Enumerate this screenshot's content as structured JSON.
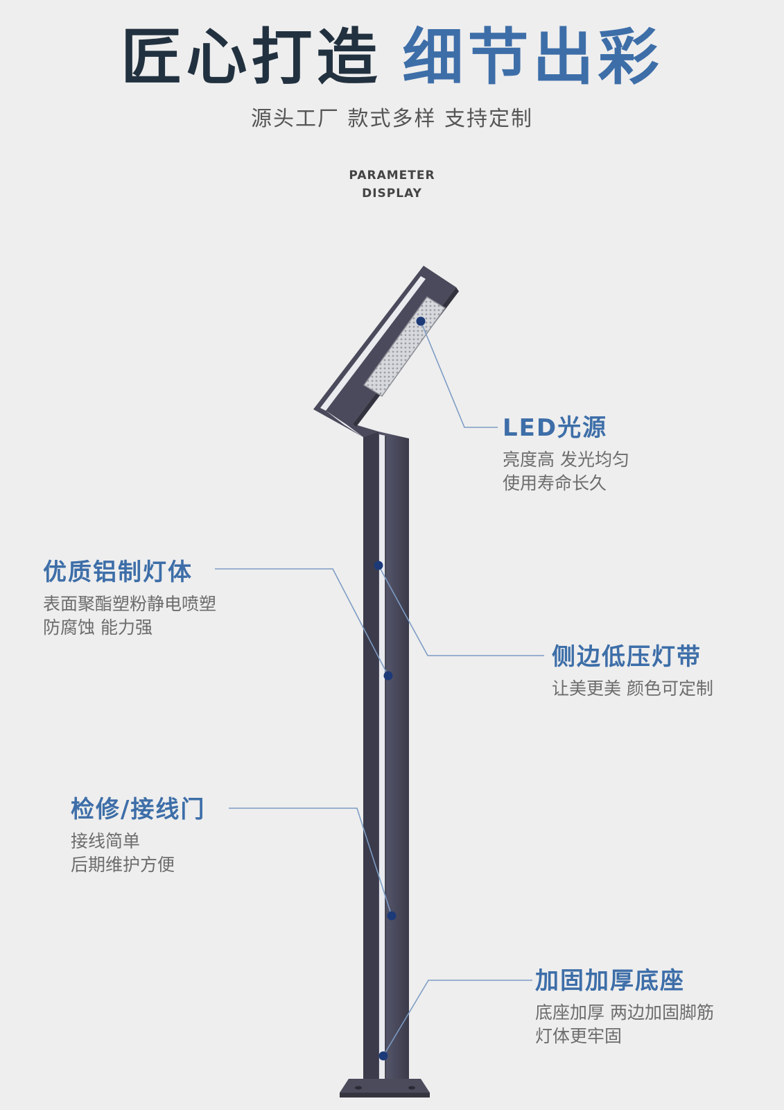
{
  "header": {
    "title_part1": "匠心打造",
    "title_part2": "细节出彩",
    "subtitle": "源头工厂 款式多样 支持定制",
    "param_line1": "PARAMETER",
    "param_line2": "DISPLAY"
  },
  "callouts": {
    "led": {
      "title": "LED光源",
      "line1": "亮度高 发光均匀",
      "line2": "使用寿命长久"
    },
    "body": {
      "title": "优质铝制灯体",
      "line1": "表面聚酯塑粉静电喷塑",
      "line2": "防腐蚀 能力强"
    },
    "strip": {
      "title": "侧边低压灯带",
      "line1": "让美更美 颜色可定制"
    },
    "door": {
      "title": "检修/接线门",
      "line1": "接线简单",
      "line2": "后期维护方便"
    },
    "base": {
      "title": "加固加厚底座",
      "line1": "底座加厚 两边加固脚筋",
      "line2": "灯体更牢固"
    }
  },
  "colors": {
    "background": "#eeeeee",
    "title_dark": "#22313f",
    "accent_blue": "#3d6ea8",
    "pole": "#4a4a5c",
    "marker": "#1c3a78"
  }
}
